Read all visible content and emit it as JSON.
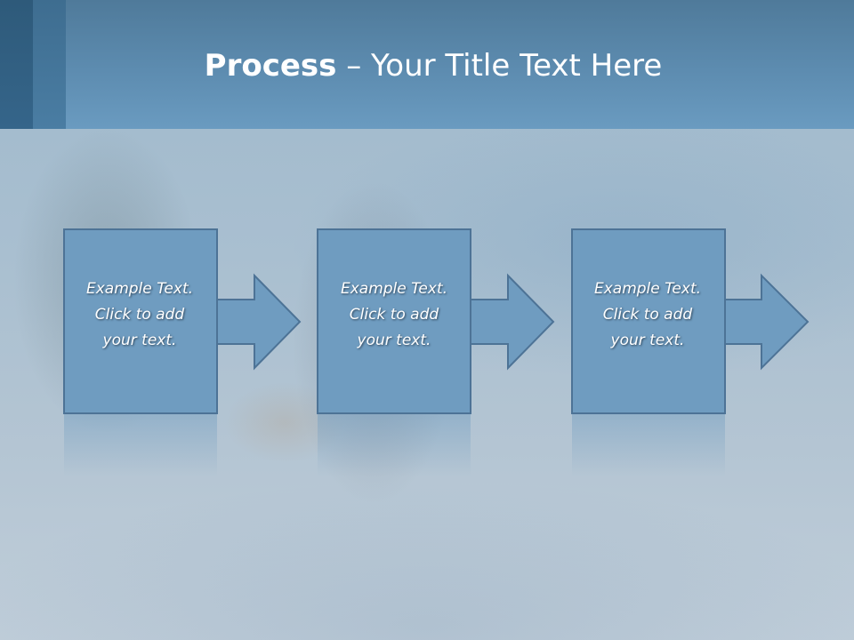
{
  "title": {
    "bold": "Process",
    "dash": " – ",
    "rest": "Your Title Text Here"
  },
  "steps": [
    {
      "lines": [
        "Example Text.",
        "Click  to add",
        "your text."
      ]
    },
    {
      "lines": [
        "Example Text.",
        "Click  to add",
        "your text."
      ]
    },
    {
      "lines": [
        "Example Text.",
        "Click  to add",
        "your text."
      ]
    }
  ],
  "colors": {
    "box_fill": "#6f9cc0",
    "box_stroke": "#4d7396",
    "header": "#5d8cb0"
  }
}
